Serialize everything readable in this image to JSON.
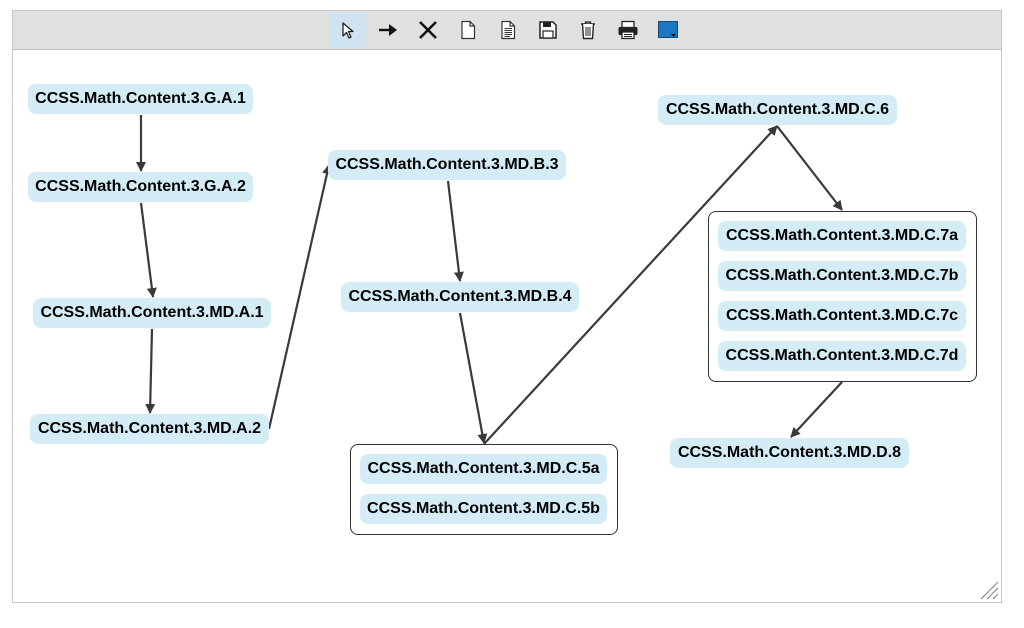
{
  "toolbar": {
    "buttons": [
      {
        "name": "select-tool-button",
        "icon": "cursor-arrow-icon",
        "active": true
      },
      {
        "name": "connect-tool-button",
        "icon": "arrow-right-icon",
        "active": false
      },
      {
        "name": "delete-tool-button",
        "icon": "close-x-icon",
        "active": false
      },
      {
        "name": "new-document-button",
        "icon": "blank-page-icon",
        "active": false
      },
      {
        "name": "open-document-button",
        "icon": "text-page-icon",
        "active": false
      },
      {
        "name": "save-button",
        "icon": "floppy-disk-icon",
        "active": false
      },
      {
        "name": "trash-button",
        "icon": "trash-can-icon",
        "active": false
      },
      {
        "name": "print-button",
        "icon": "printer-icon",
        "active": false
      },
      {
        "name": "color-picker-button",
        "icon": "color-swatch-dropdown-icon",
        "active": false
      }
    ],
    "swatch_color": "#1a78c2",
    "active_color": "#cfe3f0"
  },
  "colors": {
    "node_fill": "#d4ecf6",
    "edge": "#3a3a3a",
    "toolbar_bg": "#e0e0e0"
  },
  "nodes": {
    "g_a1": "CCSS.Math.Content.3.G.A.1",
    "g_a2": "CCSS.Math.Content.3.G.A.2",
    "md_a1": "CCSS.Math.Content.3.MD.A.1",
    "md_a2": "CCSS.Math.Content.3.MD.A.2",
    "md_b3": "CCSS.Math.Content.3.MD.B.3",
    "md_b4": "CCSS.Math.Content.3.MD.B.4",
    "md_c5a": "CCSS.Math.Content.3.MD.C.5a",
    "md_c5b": "CCSS.Math.Content.3.MD.C.5b",
    "md_c6": "CCSS.Math.Content.3.MD.C.6",
    "md_c7a": "CCSS.Math.Content.3.MD.C.7a",
    "md_c7b": "CCSS.Math.Content.3.MD.C.7b",
    "md_c7c": "CCSS.Math.Content.3.MD.C.7c",
    "md_c7d": "CCSS.Math.Content.3.MD.C.7d",
    "md_d8": "CCSS.Math.Content.3.MD.D.8"
  },
  "edges": [
    {
      "from": "g_a1",
      "to": "g_a2"
    },
    {
      "from": "g_a2",
      "to": "md_a1"
    },
    {
      "from": "md_a1",
      "to": "md_a2"
    },
    {
      "from": "md_a2",
      "to": "md_b3"
    },
    {
      "from": "md_b3",
      "to": "md_b4"
    },
    {
      "from": "md_b4",
      "to": "group_c5"
    },
    {
      "from": "group_c5",
      "to": "md_c6"
    },
    {
      "from": "md_c6",
      "to": "group_c7"
    },
    {
      "from": "group_c7",
      "to": "md_d8"
    }
  ]
}
